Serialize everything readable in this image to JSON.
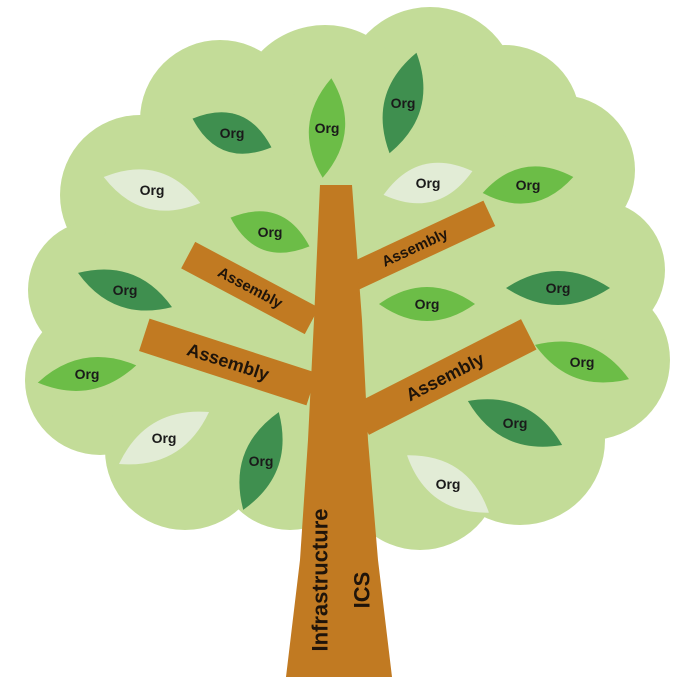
{
  "colors": {
    "canopy": "#c3dc98",
    "canopy_inner": "#a3cb75",
    "wood": "#c17a22",
    "leaf_dark": "#3f8f4f",
    "leaf_medium": "#6cbd47",
    "leaf_pale": "#e2ecd6"
  },
  "trunk": {
    "label_a": "Infrastructure",
    "label_b": "ICS"
  },
  "branches": [
    {
      "label": "Assembly"
    },
    {
      "label": "Assembly"
    },
    {
      "label": "Assembly"
    },
    {
      "label": "Assembly"
    }
  ],
  "leaves": [
    {
      "label": "Org",
      "shade": "dark"
    },
    {
      "label": "Org",
      "shade": "medium"
    },
    {
      "label": "Org",
      "shade": "dark"
    },
    {
      "label": "Org",
      "shade": "pale"
    },
    {
      "label": "Org",
      "shade": "medium"
    },
    {
      "label": "Org",
      "shade": "pale"
    },
    {
      "label": "Org",
      "shade": "medium"
    },
    {
      "label": "Org",
      "shade": "dark"
    },
    {
      "label": "Org",
      "shade": "medium"
    },
    {
      "label": "Org",
      "shade": "dark"
    },
    {
      "label": "Org",
      "shade": "medium"
    },
    {
      "label": "Org",
      "shade": "medium"
    },
    {
      "label": "Org",
      "shade": "pale"
    },
    {
      "label": "Org",
      "shade": "dark"
    },
    {
      "label": "Org",
      "shade": "dark"
    },
    {
      "label": "Org",
      "shade": "pale"
    }
  ]
}
